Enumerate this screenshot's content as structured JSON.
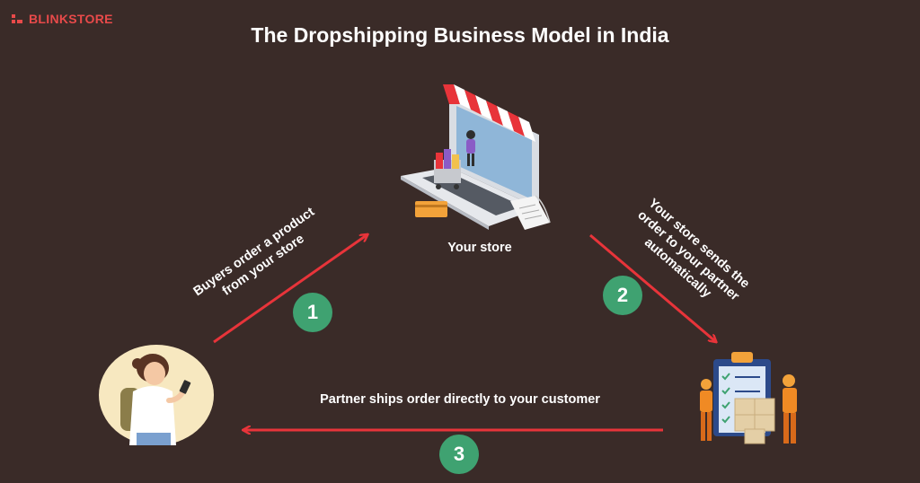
{
  "brand": {
    "name": "BLINKSTORE",
    "color": "#e84a4a"
  },
  "title": "The Dropshipping Business Model in India",
  "nodes": {
    "store": {
      "label": "Your store",
      "icon": "laptop-storefront-icon"
    },
    "customer": {
      "icon": "customer-with-phone-icon"
    },
    "partner": {
      "icon": "delivery-partner-checklist-icon"
    }
  },
  "steps": [
    {
      "number": "1",
      "line1": "Buyers order a product",
      "line2": "from your store"
    },
    {
      "number": "2",
      "line1": "Your store sends the",
      "line2": "order to your partner",
      "line3": "automatically"
    },
    {
      "number": "3",
      "line1": "Partner ships order directly to your customer"
    }
  ],
  "colors": {
    "background": "#3a2b28",
    "arrow": "#e8343a",
    "badge": "#3fa271"
  }
}
